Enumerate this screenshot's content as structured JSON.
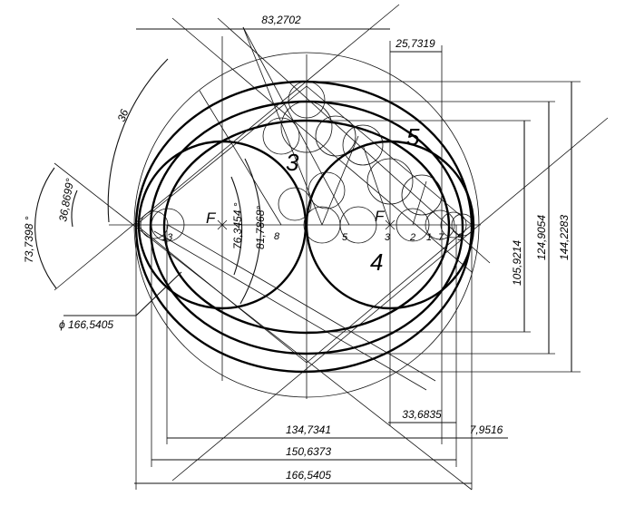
{
  "dimensions": {
    "top_width": "83,2702",
    "top_offset": "25,7319",
    "height_inner": "105,9214",
    "height_middle": "124,9054",
    "height_outer": "144,2283",
    "width_inner": "134,7341",
    "width_middle": "150,6373",
    "width_outer": "166,5405",
    "offset_bottom": "33,6835",
    "offset_small": "7,9516",
    "diameter": "ϕ 166,5405"
  },
  "angles": {
    "a36": "36",
    "a73": "73,7398 °",
    "a36_8": "36,8699°",
    "a76": "76,3454 °",
    "a81": "81,7868°"
  },
  "foci": [
    "F",
    "F"
  ],
  "points": [
    "13",
    "8",
    "5",
    "3",
    "2",
    "1",
    "7",
    "9"
  ],
  "region_numbers": [
    "3",
    "4",
    "5"
  ]
}
